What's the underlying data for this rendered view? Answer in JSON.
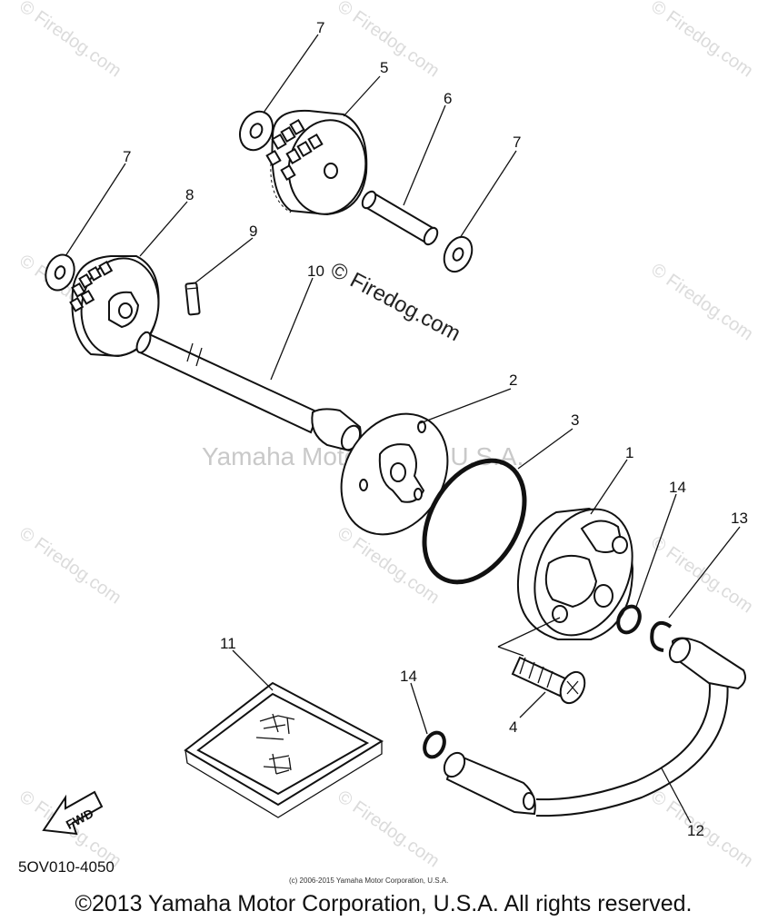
{
  "diagram": {
    "callouts": {
      "p1": "1",
      "p2": "2",
      "p3": "3",
      "p4": "4",
      "p5": "5",
      "p6": "6",
      "p7a": "7",
      "p7b": "7",
      "p7c": "7",
      "p8": "8",
      "p9": "9",
      "p10": "10",
      "p11": "11",
      "p12": "12",
      "p13": "13",
      "p14a": "14",
      "p14b": "14"
    },
    "fwd_label": "FWD",
    "diagram_code": "5OV010-4050"
  },
  "watermarks": {
    "firedog_main": "© Firedog.com",
    "firedog_small": "© Firedog.com",
    "center": "Yamaha Motor Corp., U.S.A."
  },
  "footer": {
    "small_copyright": "(c) 2006-2015 Yamaha Motor Corporation, U.S.A.",
    "copyright": "©2013 Yamaha Motor Corporation, U.S.A. All rights reserved."
  }
}
